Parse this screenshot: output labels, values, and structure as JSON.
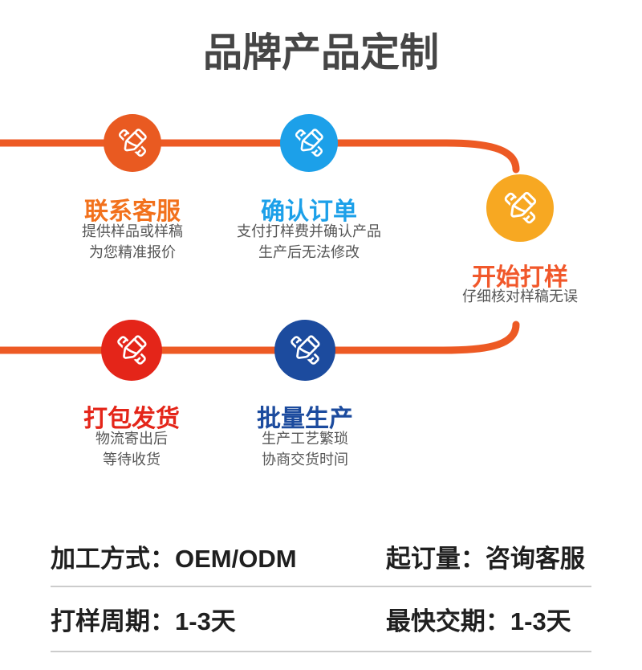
{
  "title": "品牌产品定制",
  "colon": "：",
  "flow": {
    "line_color": "#ED5A24"
  },
  "steps": [
    {
      "title": "联系客服",
      "desc1": "提供样品或样稿",
      "desc2": "为您精准报价",
      "circle_color": "#E95A21",
      "label_color": "#F2711C",
      "icon": "pen-and-ruler"
    },
    {
      "title": "确认订单",
      "desc1": "支付打样费并确认产品",
      "desc2": "生产后无法修改",
      "circle_color": "#1CA0E9",
      "label_color": "#1CA0E9",
      "icon": "pen-and-ruler"
    },
    {
      "title": "开始打样",
      "desc1": "仔细核对样稿无误",
      "desc2": "",
      "circle_color": "#F7A822",
      "label_color": "#F1582B",
      "icon": "pen-and-ruler"
    },
    {
      "title": "打包发货",
      "desc1": "物流寄出后",
      "desc2": "等待收货",
      "circle_color": "#E42519",
      "label_color": "#E42519",
      "icon": "pen-and-ruler"
    },
    {
      "title": "批量生产",
      "desc1": "生产工艺繁琐",
      "desc2": "协商交货时间",
      "circle_color": "#1C4B9E",
      "label_color": "#1C4B9E",
      "icon": "pen-and-ruler"
    }
  ],
  "specs": [
    {
      "label": "加工方式",
      "value": "OEM/ODM"
    },
    {
      "label": "起订量",
      "value": "咨询客服"
    },
    {
      "label": "打样周期",
      "value": "1-3天"
    },
    {
      "label": "最快交期",
      "value": "1-3天"
    }
  ]
}
